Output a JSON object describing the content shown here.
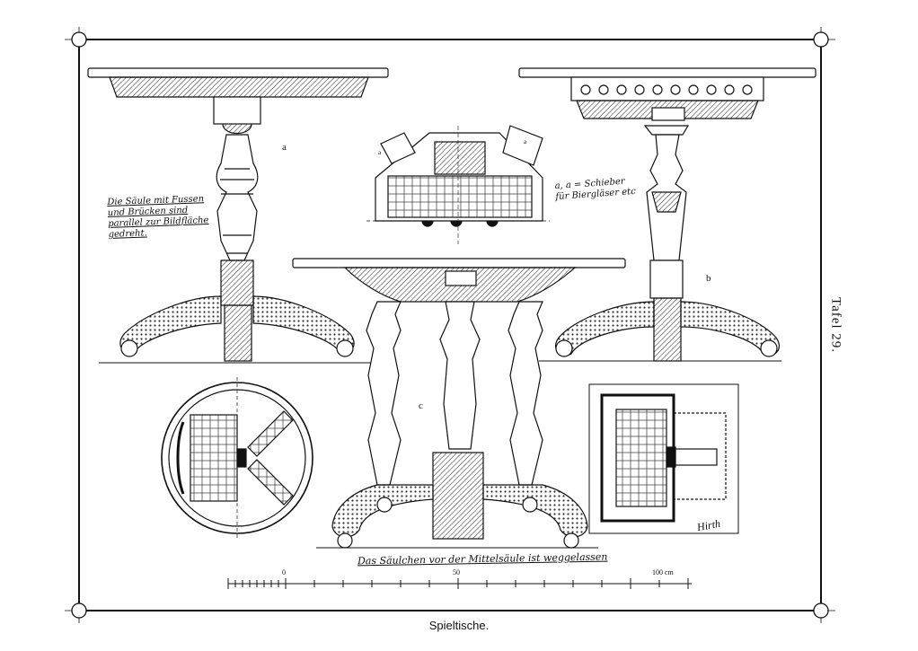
{
  "plate": {
    "label": "Tafel 29.",
    "caption": "Spieltische.",
    "signature": "Hirth"
  },
  "figures": {
    "a": "a",
    "b": "b",
    "c": "c"
  },
  "notes": {
    "left": [
      "Die Säule mit Fussen",
      "und Brücken sind",
      "parallel zur Bildfläche",
      "gedreht."
    ],
    "right_line1": "a, a = Schieber",
    "right_line2": "für Biergläser etc",
    "bottom": "Das Säulchen vor der Mittelsäule ist weggelassen"
  },
  "plan_marks": {
    "left_mark": "a",
    "right_mark": "a"
  },
  "scale": {
    "start": "0",
    "mid": "50",
    "end": "100 cm"
  }
}
